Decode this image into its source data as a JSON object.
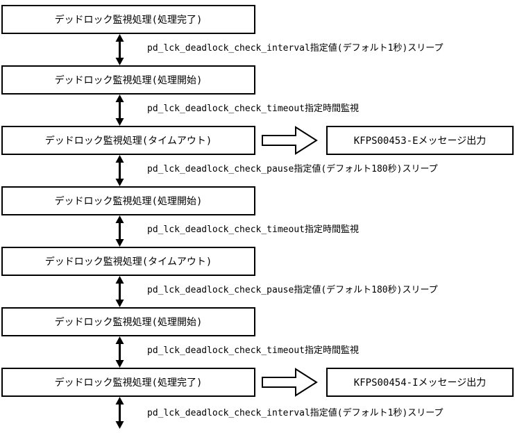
{
  "diagram": {
    "title": "deadlock-monitoring-process-flow",
    "colors": {
      "background": "#ffffff",
      "line": "#000000",
      "box_fill": "#ffffff"
    },
    "boxes": [
      {
        "label": "デッドロック監視処理(処理完了)"
      },
      {
        "label": "デッドロック監視処理(処理開始)"
      },
      {
        "label": "デッドロック監視処理(タイムアウト)"
      },
      {
        "label": "デッドロック監視処理(処理開始)"
      },
      {
        "label": "デッドロック監視処理(タイムアウト)"
      },
      {
        "label": "デッドロック監視処理(処理開始)"
      },
      {
        "label": "デッドロック監視処理(処理完了)"
      }
    ],
    "connector_labels": [
      {
        "label": "pd_lck_deadlock_check_interval指定値(デフォルト1秒)スリープ"
      },
      {
        "label": "pd_lck_deadlock_check_timeout指定時間監視"
      },
      {
        "label": "pd_lck_deadlock_check_pause指定値(デフォルト180秒)スリープ"
      },
      {
        "label": "pd_lck_deadlock_check_timeout指定時間監視"
      },
      {
        "label": "pd_lck_deadlock_check_pause指定値(デフォルト180秒)スリープ"
      },
      {
        "label": "pd_lck_deadlock_check_timeout指定時間監視"
      },
      {
        "label": "pd_lck_deadlock_check_interval指定値(デフォルト1秒)スリープ"
      }
    ],
    "outputs": [
      {
        "label": "KFPS00453-Eメッセージ出力"
      },
      {
        "label": "KFPS00454-Iメッセージ出力"
      }
    ]
  }
}
